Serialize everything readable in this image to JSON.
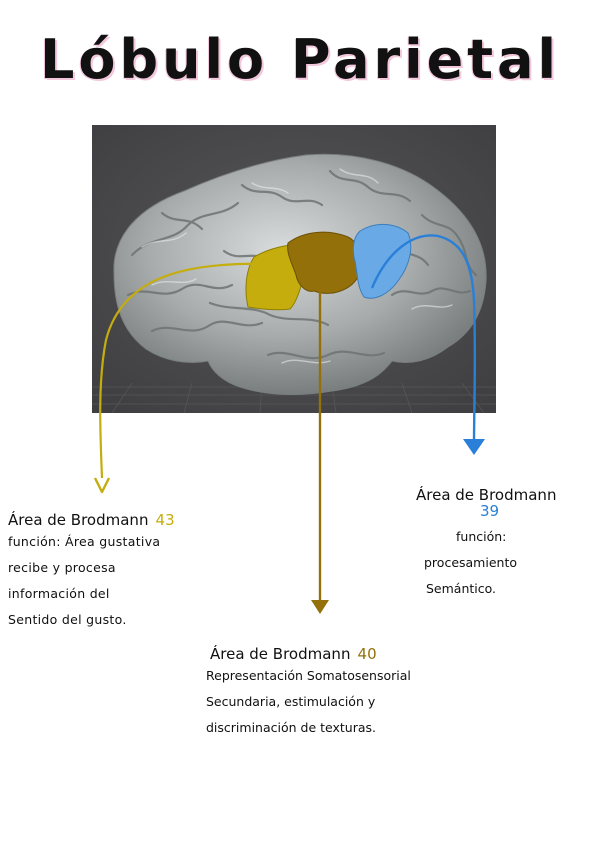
{
  "title": "Lóbulo Parietal",
  "colors": {
    "area43": "#c4ad0d",
    "area40": "#94700a",
    "area39": "#2a7fd8",
    "panel": "#4b4b4e"
  },
  "areas": [
    {
      "heading": "Área de Brodmann",
      "number": "43",
      "lines": [
        "función: Área gustativa",
        "recibe y procesa",
        "información del",
        "Sentido del gusto."
      ]
    },
    {
      "heading": "Área de Brodmann",
      "number": "39",
      "lines": [
        "función:",
        "procesamiento",
        "Semántico."
      ]
    },
    {
      "heading": "Área de Brodmann",
      "number": "40",
      "lines": [
        "Representación Somatosensorial",
        "Secundaria, estimulación y",
        "discriminación de texturas."
      ]
    }
  ]
}
